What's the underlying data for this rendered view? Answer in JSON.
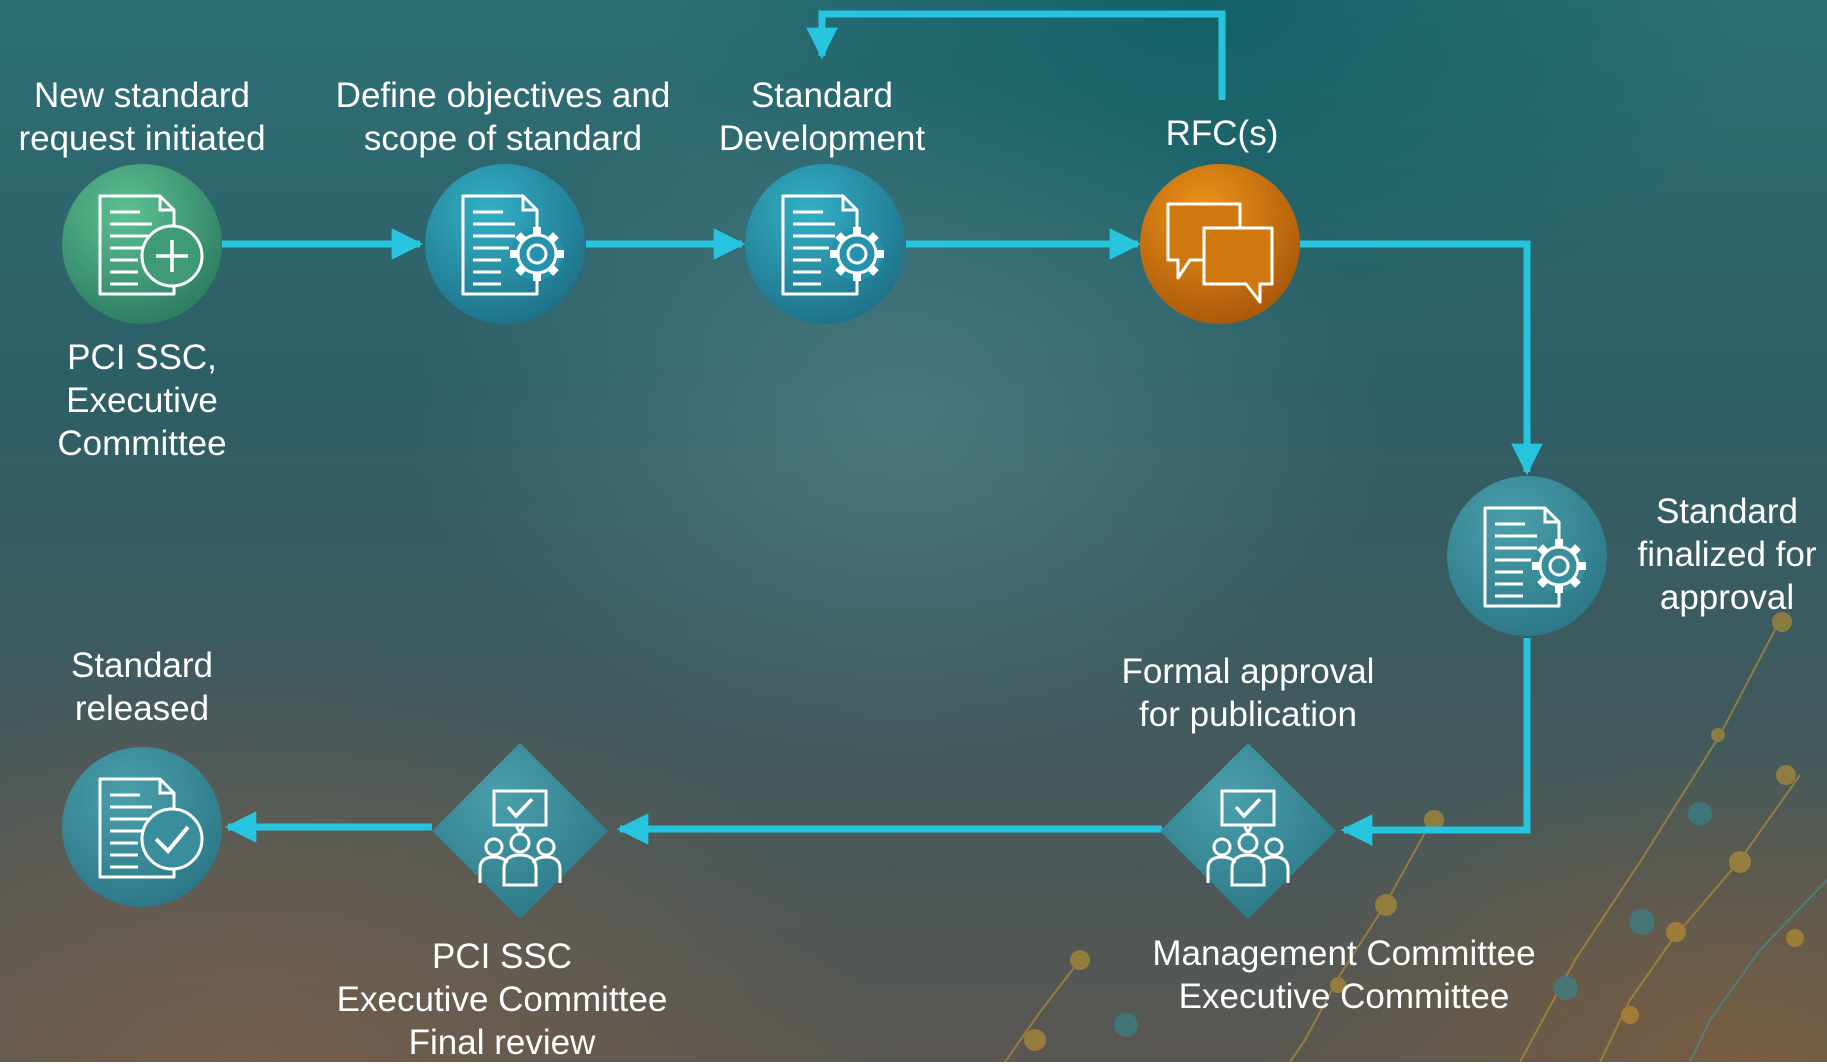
{
  "colors": {
    "arrow": "#27c4df",
    "start_node": "#4fae82",
    "process_node": "#2a93ab",
    "rfc_node": "#d87a0e",
    "diamond_node": "#2f8b99",
    "icon_stroke": "#ffffff"
  },
  "nodes": {
    "new_request": {
      "label_lines": [
        "New standard",
        "request initiated"
      ],
      "icon": "document-plus-icon"
    },
    "new_request_owner": {
      "label_lines": [
        "PCI SSC,",
        "Executive",
        "Committee"
      ]
    },
    "define_objectives": {
      "label_lines": [
        "Define objectives and",
        "scope of standard"
      ],
      "icon": "document-gear-icon"
    },
    "standard_development": {
      "label_lines": [
        "Standard",
        "Development"
      ],
      "icon": "document-gear-icon"
    },
    "rfc": {
      "label_lines": [
        "RFC(s)"
      ],
      "icon": "speech-bubbles-icon"
    },
    "finalized": {
      "label_lines": [
        "Standard",
        "finalized for",
        "approval"
      ],
      "icon": "document-gear-icon"
    },
    "formal_approval": {
      "label_lines": [
        "Formal approval",
        "for publication"
      ],
      "icon": "team-approval-icon"
    },
    "formal_approval_owner": {
      "label_lines": [
        "Management Committee",
        "Executive Committee"
      ]
    },
    "final_review": {
      "icon": "team-approval-icon"
    },
    "final_review_owner": {
      "label_lines": [
        "PCI SSC",
        "Executive Committee",
        "Final review"
      ]
    },
    "released": {
      "label_lines": [
        "Standard",
        "released"
      ],
      "icon": "document-check-icon"
    }
  }
}
